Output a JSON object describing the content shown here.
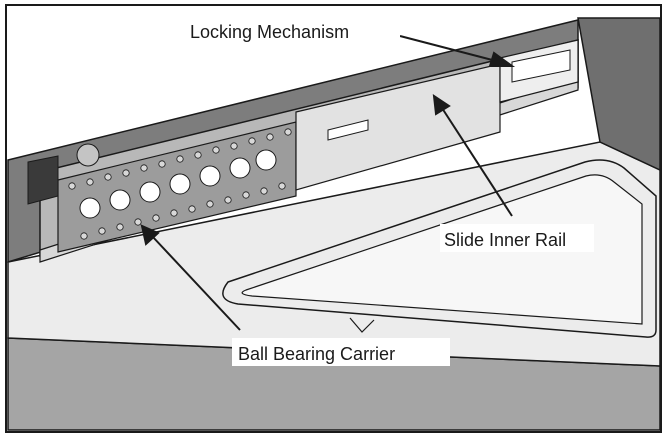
{
  "labels": {
    "locking_mechanism": "Locking Mechanism",
    "slide_inner_rail": "Slide Inner Rail",
    "ball_bearing_carrier": "Ball Bearing Carrier"
  },
  "colors": {
    "outline": "#1a1a1a",
    "panel_dark": "#7d7d7d",
    "panel_mid": "#a9a9a9",
    "panel_light": "#d8d8d8",
    "surface": "#ececec",
    "background": "#ffffff"
  }
}
